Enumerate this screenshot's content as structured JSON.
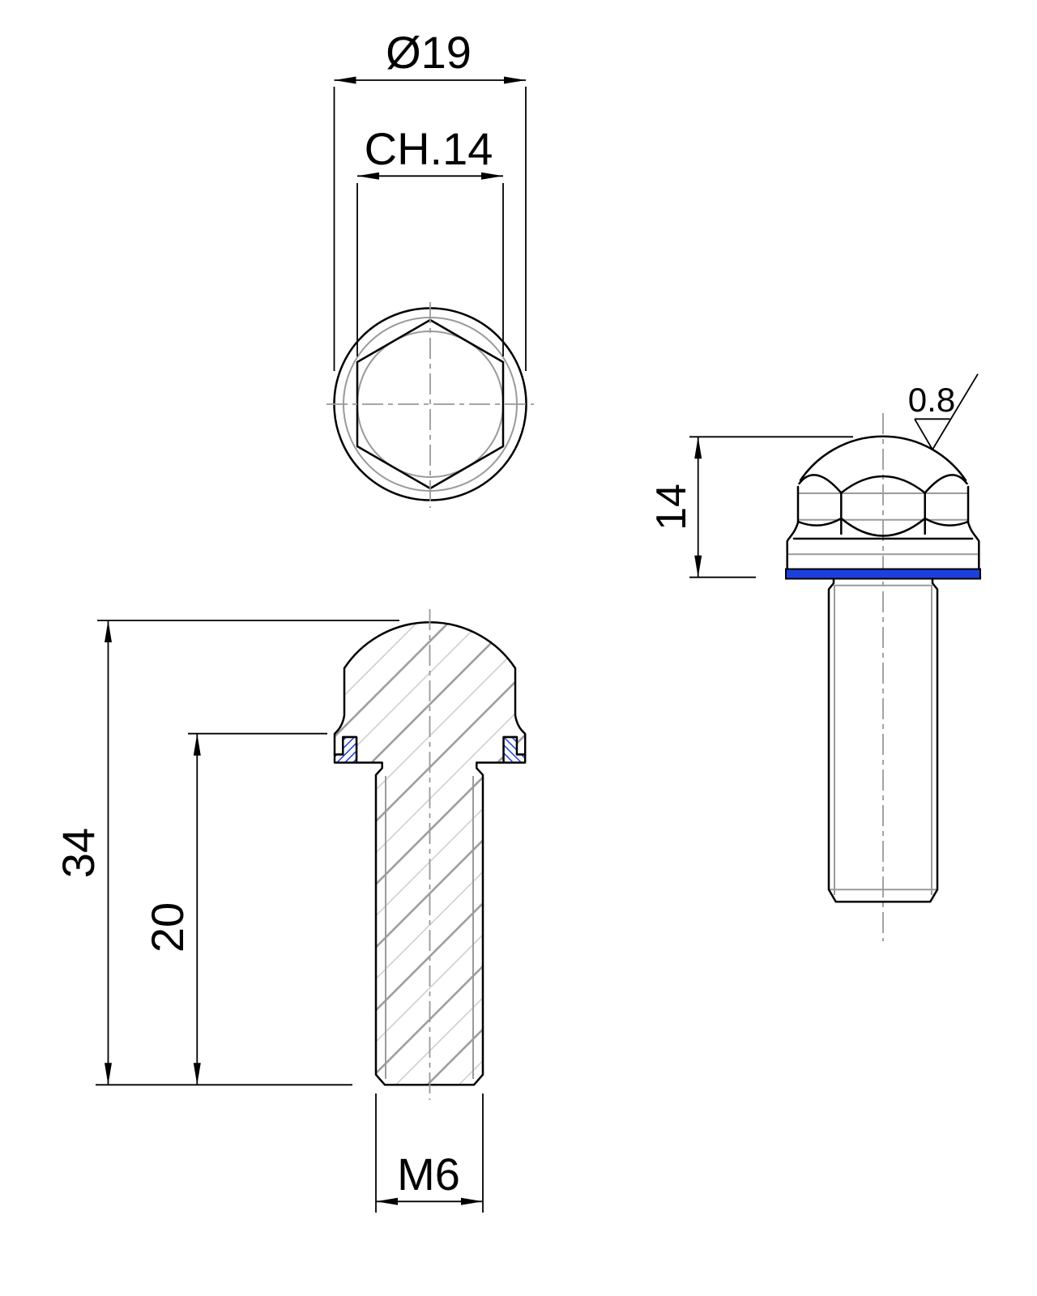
{
  "labels": {
    "diameter": "Ø19",
    "across_flats": "CH.14",
    "overall_length": "34",
    "shank_length": "20",
    "thread": "M6",
    "head_height": "14",
    "roughness": "0.8"
  },
  "colors": {
    "line_black": "#000000",
    "edge_gray": "#9a9a9a",
    "hatch_gray": "#9a9a9a",
    "hatch_gray_light": "#cccccc",
    "washer_blue": "#1d3fdd",
    "background": "#ffffff"
  }
}
